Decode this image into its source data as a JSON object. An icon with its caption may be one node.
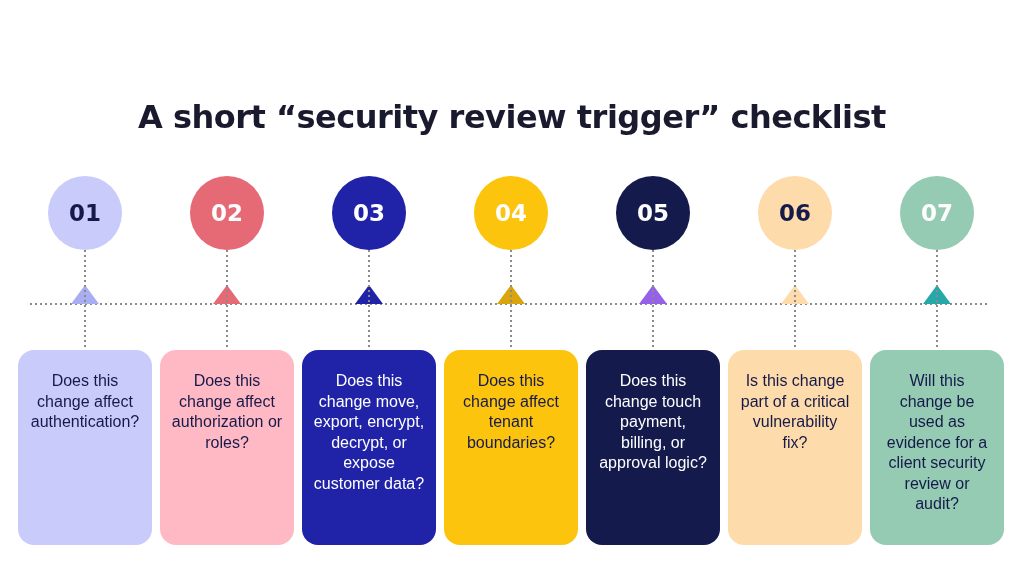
{
  "diagram": {
    "title": "A short “security review trigger” checklist",
    "nodes": [
      {
        "text": [
          "01"
        ]
      },
      {
        "text": [
          "02"
        ]
      },
      {
        "text": [
          "03"
        ]
      },
      {
        "text": [
          "04"
        ]
      },
      {
        "text": [
          "05"
        ]
      },
      {
        "text": [
          "06"
        ]
      },
      {
        "text": [
          "07"
        ]
      },
      {
        "text": [
          "Does this change affect authentication?"
        ]
      },
      {
        "text": [
          "Does this change affect authorization or roles?"
        ]
      },
      {
        "text": [
          "Does this change move, export, encrypt, decrypt, or expose customer data?"
        ]
      },
      {
        "text": [
          "Does this change affect tenant boundaries?"
        ]
      },
      {
        "text": [
          "Does this change touch payment, billing, or approval logic?"
        ]
      },
      {
        "text": [
          "Is this change part of a critical vulnerability fix?"
        ]
      },
      {
        "text": [
          "Will this change be used as evidence for a client security review or audit?"
        ]
      }
    ],
    "edges": [
      {
        "from": 0,
        "to": 7,
        "arrow": "none"
      },
      {
        "from": 1,
        "to": 8,
        "arrow": "none"
      },
      {
        "from": 2,
        "to": 9,
        "arrow": "none"
      },
      {
        "from": 3,
        "to": 10,
        "arrow": "none"
      },
      {
        "from": 4,
        "to": 11,
        "arrow": "none"
      },
      {
        "from": 5,
        "to": 12,
        "arrow": "none"
      },
      {
        "from": 6,
        "to": 13,
        "arrow": "none"
      }
    ]
  }
}
